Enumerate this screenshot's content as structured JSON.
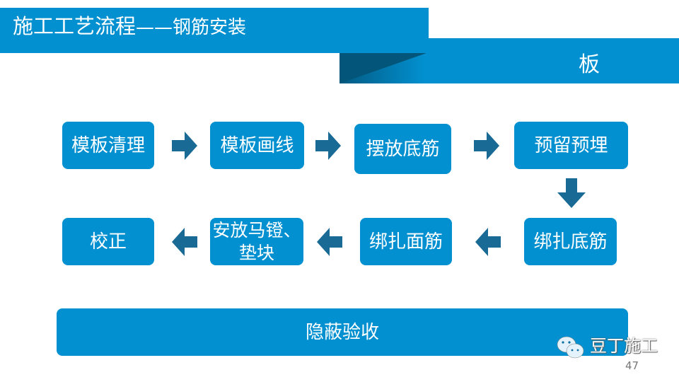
{
  "header": {
    "title": "施工工艺流程",
    "subtitle": "——钢筋安装",
    "section": "板"
  },
  "steps": [
    "模板清理",
    "模板画线",
    "摆放底筋",
    "预留预埋",
    "绑扎底筋",
    "绑扎面筋",
    "安放马镫、垫块",
    "校正"
  ],
  "final_step": "隐蔽验收",
  "footer": {
    "brand": "豆丁施工",
    "page_number": "47"
  },
  "colors": {
    "primary": "#0290d0",
    "arrow": "#1a6a96"
  }
}
